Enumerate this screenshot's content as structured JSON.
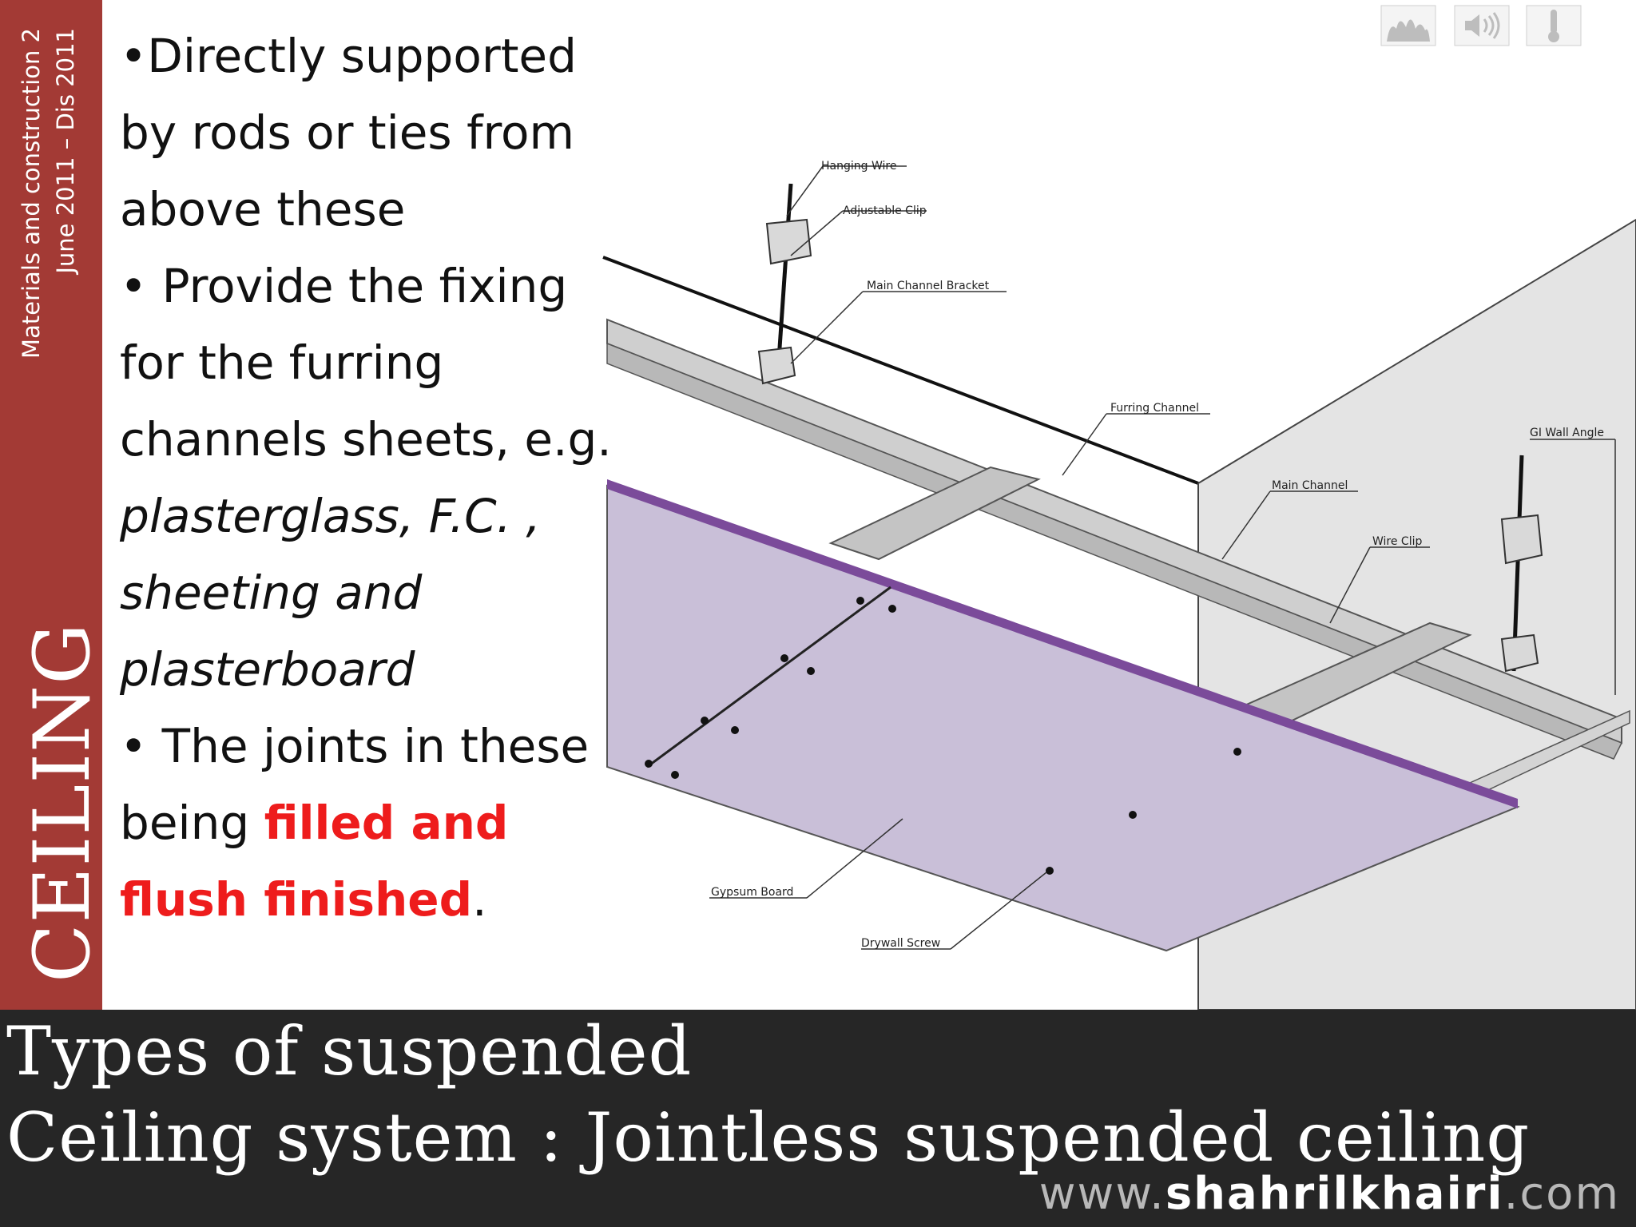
{
  "sidebar": {
    "course_line1": "Materials and construction 2",
    "course_line2": "June 2011 – Dis 2011",
    "topic": "CEILING"
  },
  "bullets": {
    "b1": "•Directly supported by rods or ties from above these",
    "b2": "• Provide the fixing for the furring channels sheets,",
    "b2_eg": "e.g. ",
    "b2_examples": "plasterglass, F.C. , sheeting and plasterboard",
    "b3_start": "• The joints in these being ",
    "b3_highlight": "filled and flush finished",
    "b3_end": "."
  },
  "diagram": {
    "labels": {
      "hanging_wire": "Hanging Wire",
      "adjustable_clip": "Adjustable Clip",
      "main_channel_bracket": "Main Channel Bracket",
      "furring_channel": "Furring Channel",
      "gi_wall_angle": "GI Wall Angle",
      "main_channel": "Main Channel",
      "wire_clip": "Wire Clip",
      "gypsum_board": "Gypsum Board",
      "drywall_screw": "Drywall Screw"
    },
    "colors": {
      "board": "#c9bfd8",
      "board_edge": "#7b4b9a",
      "wall": "#e4e4e4",
      "channel": "#cfcfcf"
    }
  },
  "icons": [
    "fire-icon",
    "sound-icon",
    "thermometer-icon"
  ],
  "title": {
    "line1": "Types of suspended",
    "line2": "Ceiling system : Jointless suspended ceiling"
  },
  "watermark": {
    "prefix": "www.",
    "brand": "shahrilkhairi",
    "suffix": ".com"
  }
}
